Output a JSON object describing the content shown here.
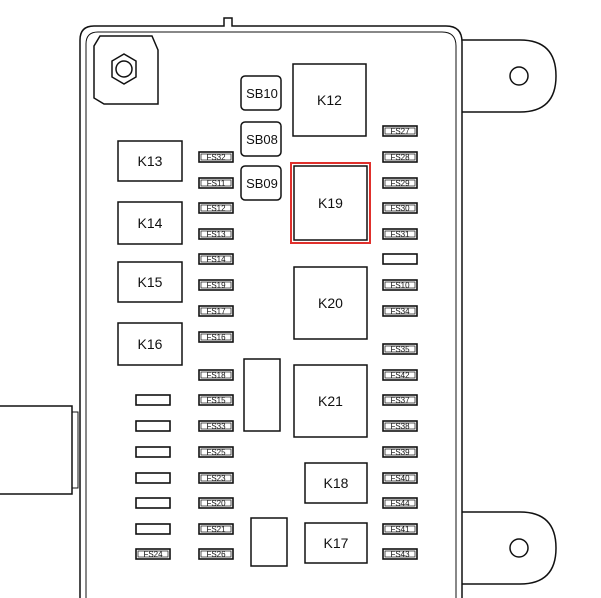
{
  "highlight_color": "#e0302c",
  "relays": [
    {
      "id": "k12",
      "label": "K12"
    },
    {
      "id": "k13",
      "label": "K13"
    },
    {
      "id": "k14",
      "label": "K14"
    },
    {
      "id": "k15",
      "label": "K15"
    },
    {
      "id": "k16",
      "label": "K16"
    },
    {
      "id": "k19",
      "label": "K19",
      "highlighted": true
    },
    {
      "id": "k20",
      "label": "K20"
    },
    {
      "id": "k21",
      "label": "K21"
    },
    {
      "id": "k18",
      "label": "K18"
    },
    {
      "id": "k17",
      "label": "K17"
    }
  ],
  "sb_fuses": [
    {
      "id": "sb10",
      "label": "SB10"
    },
    {
      "id": "sb08",
      "label": "SB08"
    },
    {
      "id": "sb09",
      "label": "SB09"
    }
  ],
  "fuses_left_column": [
    "FS32",
    "FS11",
    "FS12",
    "FS13",
    "FS14",
    "FS19",
    "FS17",
    "FS16",
    "FS18",
    "FS15",
    "FS33",
    "FS25",
    "FS23",
    "FS20",
    "FS21",
    "FS26"
  ],
  "fuses_right_column": [
    "FS27",
    "FS28",
    "FS29",
    "FS30",
    "FS31",
    "",
    "FS10",
    "FS34",
    "FS35",
    "FS42",
    "FS37",
    "FS38",
    "FS39",
    "FS40",
    "FS44",
    "FS41",
    "FS43"
  ],
  "fuses_far_left_column": [
    "",
    "",
    "",
    "",
    "",
    "",
    "FS24"
  ]
}
